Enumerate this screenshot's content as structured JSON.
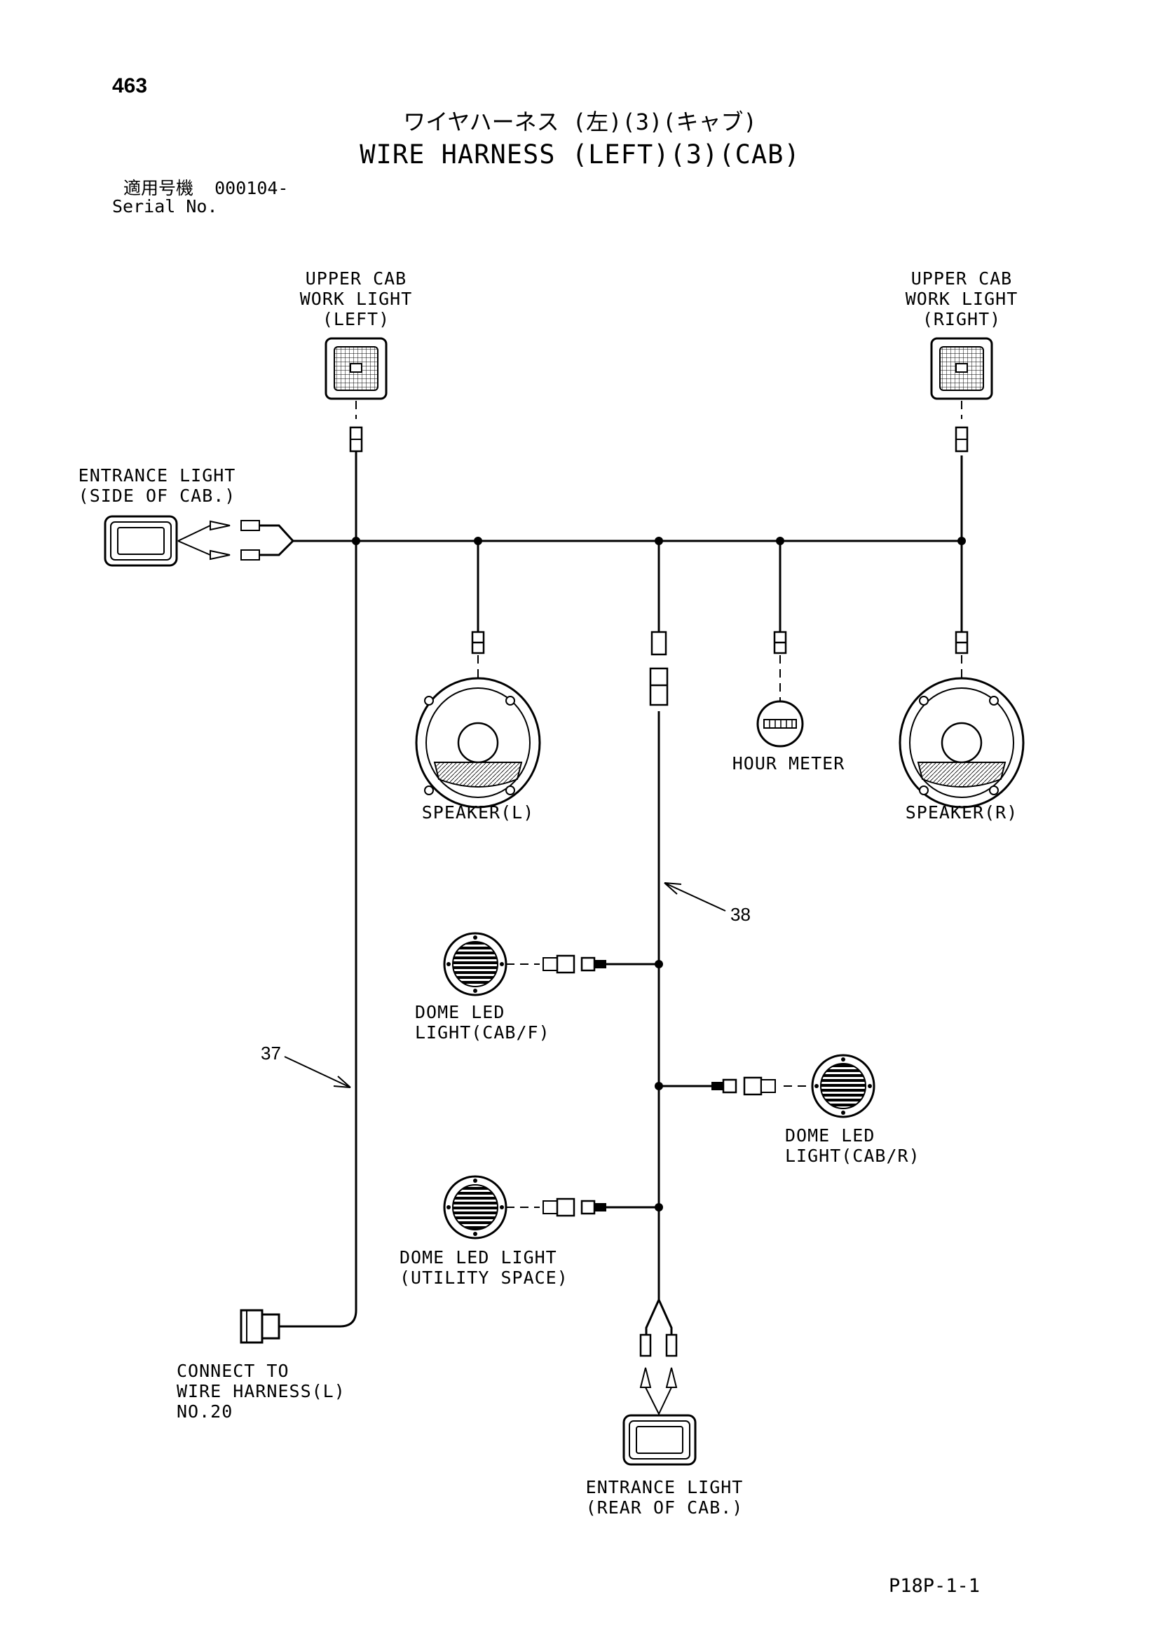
{
  "header": {
    "page_number": "463",
    "title_jp": "ワイヤハーネス (左)(3)(キャブ)",
    "title_en": "WIRE HARNESS (LEFT)(3)(CAB)",
    "serial_label_jp": "適用号機",
    "serial_value": "000104-",
    "serial_label_en": "Serial No."
  },
  "components": {
    "upper_cab_work_light_left": [
      "UPPER CAB",
      "WORK LIGHT",
      "(LEFT)"
    ],
    "upper_cab_work_light_right": [
      "UPPER CAB",
      "WORK LIGHT",
      "(RIGHT)"
    ],
    "entrance_light_side": [
      "ENTRANCE LIGHT",
      "(SIDE OF CAB.)"
    ],
    "speaker_left": "SPEAKER(L)",
    "speaker_right": "SPEAKER(R)",
    "hour_meter": "HOUR METER",
    "dome_led_front": [
      "DOME LED",
      "LIGHT(CAB/F)"
    ],
    "dome_led_rear": [
      "DOME LED",
      "LIGHT(CAB/R)"
    ],
    "dome_led_utility": [
      "DOME LED LIGHT",
      "(UTILITY SPACE)"
    ],
    "connect_to": [
      "CONNECT TO",
      "WIRE HARNESS(L)",
      "NO.20"
    ],
    "entrance_light_rear": [
      "ENTRANCE LIGHT",
      "(REAR OF CAB.)"
    ]
  },
  "callouts": {
    "harness_37": "37",
    "harness_38": "38"
  },
  "footer": {
    "drawing_code": "P18P-1-1"
  }
}
